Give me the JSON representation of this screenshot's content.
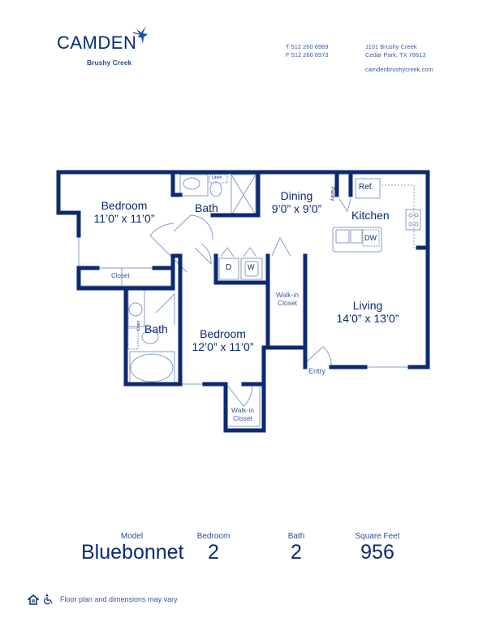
{
  "brand": {
    "name": "CAMDEN",
    "community": "Brushy Creek",
    "color_primary": "#0b2a6f",
    "color_secondary": "#3a5aa0"
  },
  "contact": {
    "phone": "T 512 260 6969",
    "fax": "F 512 260 6973",
    "address_line1": "1101 Brushy Creek",
    "address_line2": "Cedar Park, TX 78613",
    "website": "camdenbrushycreek.com"
  },
  "floorplan": {
    "rooms": {
      "bedroom1": {
        "name": "Bedroom",
        "dims": "11’0” x 11’0”"
      },
      "bath1": {
        "name": "Bath"
      },
      "dining": {
        "name": "Dining",
        "dims": "9’0” x 9’0”"
      },
      "kitchen": {
        "name": "Kitchen"
      },
      "living": {
        "name": "Living",
        "dims": "14’0” x 13’0”"
      },
      "bedroom2": {
        "name": "Bedroom",
        "dims": "12’0” x 11’0”"
      },
      "bath2": {
        "name": "Bath"
      },
      "closet1": {
        "name": "Closet"
      },
      "walkin1": {
        "line1": "Walk-in",
        "line2": "Closet"
      },
      "walkin2": {
        "line1": "Walk-in",
        "line2": "Closet"
      },
      "entry": {
        "name": "Entry"
      }
    },
    "fixtures": {
      "pantry": "Pantry",
      "ref": "Ref.",
      "dw": "DW",
      "dryer": "D",
      "washer": "W",
      "linen1": "Linen",
      "linen2": "Linen"
    },
    "wall_color": "#0b2a6f",
    "fixture_color": "#8a9cc4"
  },
  "stats": {
    "model_label": "Model",
    "model_value": "Bluebonnet",
    "bedroom_label": "Bedroom",
    "bedroom_value": "2",
    "bath_label": "Bath",
    "bath_value": "2",
    "sqft_label": "Square Feet",
    "sqft_value": "956"
  },
  "footer": {
    "disclaimer": "Floor plan and dimensions may vary",
    "icons": [
      "equal-housing-icon",
      "accessibility-icon"
    ]
  }
}
